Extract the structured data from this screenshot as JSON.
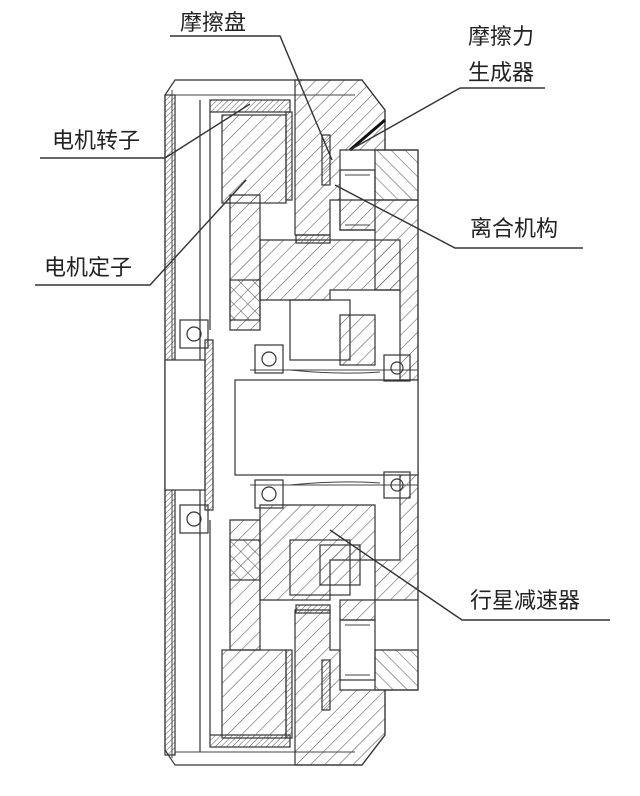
{
  "diagram": {
    "labels": {
      "friction_disc": "摩擦盘",
      "friction_gen_line1": "摩擦力",
      "friction_gen_line2": "生成器",
      "motor_rotor": "电机转子",
      "clutch": "离合机构",
      "motor_stator": "电机定子",
      "planetary_reducer": "行星减速器"
    },
    "colors": {
      "line": "#333333",
      "fill": "#ffffff",
      "hatch": "#555555"
    }
  }
}
